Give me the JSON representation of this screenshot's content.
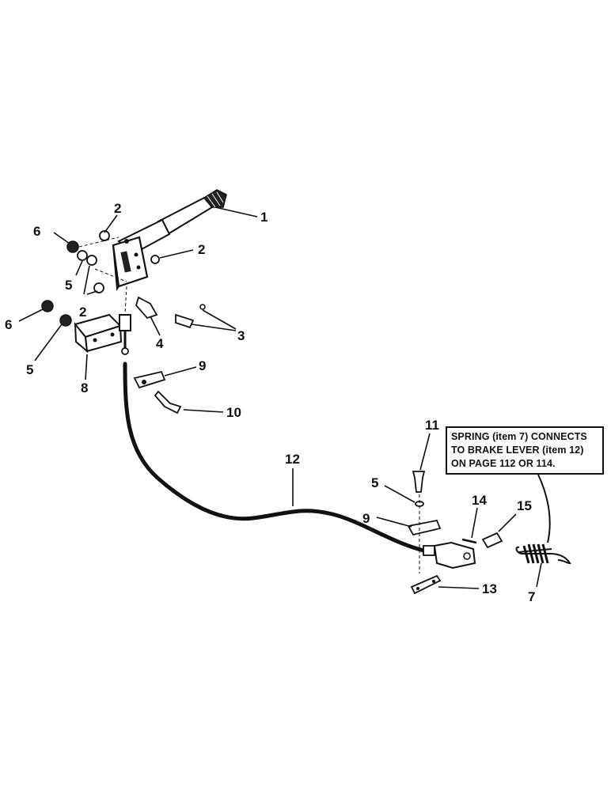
{
  "note": {
    "lines": [
      "SPRING (item 7) CONNECTS",
      "TO BRAKE LEVER (item 12)",
      "ON PAGE 112 OR 114."
    ]
  },
  "callouts": {
    "c1": "1",
    "c2a": "2",
    "c2b": "2",
    "c2c": "2",
    "c3": "3",
    "c4": "4",
    "c5a": "5",
    "c5b": "5",
    "c5c": "5",
    "c6a": "6",
    "c6b": "6",
    "c7": "7",
    "c8": "8",
    "c9a": "9",
    "c9b": "9",
    "c10": "10",
    "c11": "11",
    "c12": "12",
    "c13": "13",
    "c14": "14",
    "c15": "15"
  }
}
